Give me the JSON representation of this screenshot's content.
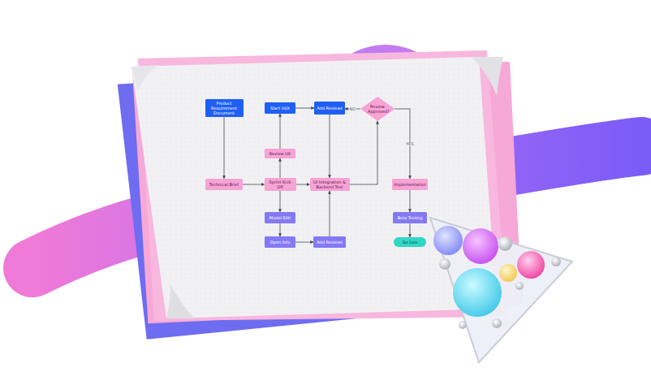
{
  "diagram": {
    "nodes": [
      {
        "text": [
          "Product Requirement Document"
        ]
      },
      {
        "text": [
          "Start UI/X"
        ]
      },
      {
        "text": [
          "Add Reviews"
        ]
      },
      {
        "text": [
          "Review Approved?"
        ]
      },
      {
        "text": [
          "Review UX"
        ]
      },
      {
        "text": [
          "Technical Brief"
        ]
      },
      {
        "text": [
          "Sprint Kick Off"
        ]
      },
      {
        "text": [
          "UI Integration & Backend Test"
        ]
      },
      {
        "text": [
          "Implementation"
        ]
      },
      {
        "text": [
          "Model Edit"
        ]
      },
      {
        "text": [
          "Beta Testing"
        ]
      },
      {
        "text": [
          "Open Info"
        ]
      },
      {
        "text": [
          "Add Reviews"
        ]
      },
      {
        "text": [
          "Go Live"
        ]
      }
    ],
    "edges": [
      {
        "from": 0,
        "to": 5,
        "arrow": "to"
      },
      {
        "from": 5,
        "to": 6,
        "arrow": "to"
      },
      {
        "from": 6,
        "to": 4,
        "arrow": "to"
      },
      {
        "from": 4,
        "to": 1,
        "arrow": "to"
      },
      {
        "from": 1,
        "to": 2,
        "arrow": "to"
      },
      {
        "from": 2,
        "to": 7,
        "arrow": "to"
      },
      {
        "from": 6,
        "to": 7,
        "arrow": "to"
      },
      {
        "from": 6,
        "to": 9,
        "arrow": "to"
      },
      {
        "from": 9,
        "to": 11,
        "arrow": "to"
      },
      {
        "from": 11,
        "to": 12,
        "arrow": "to"
      },
      {
        "from": 12,
        "to": 7,
        "arrow": "to"
      },
      {
        "from": 7,
        "to": 3,
        "arrow": "to"
      },
      {
        "from": 3,
        "to": 2,
        "label": "NO",
        "arrow": "to"
      },
      {
        "from": 3,
        "to": 8,
        "label": "YES",
        "arrow": "to"
      },
      {
        "from": 8,
        "to": 10,
        "arrow": "to"
      },
      {
        "from": 10,
        "to": 13,
        "arrow": "to"
      }
    ]
  }
}
